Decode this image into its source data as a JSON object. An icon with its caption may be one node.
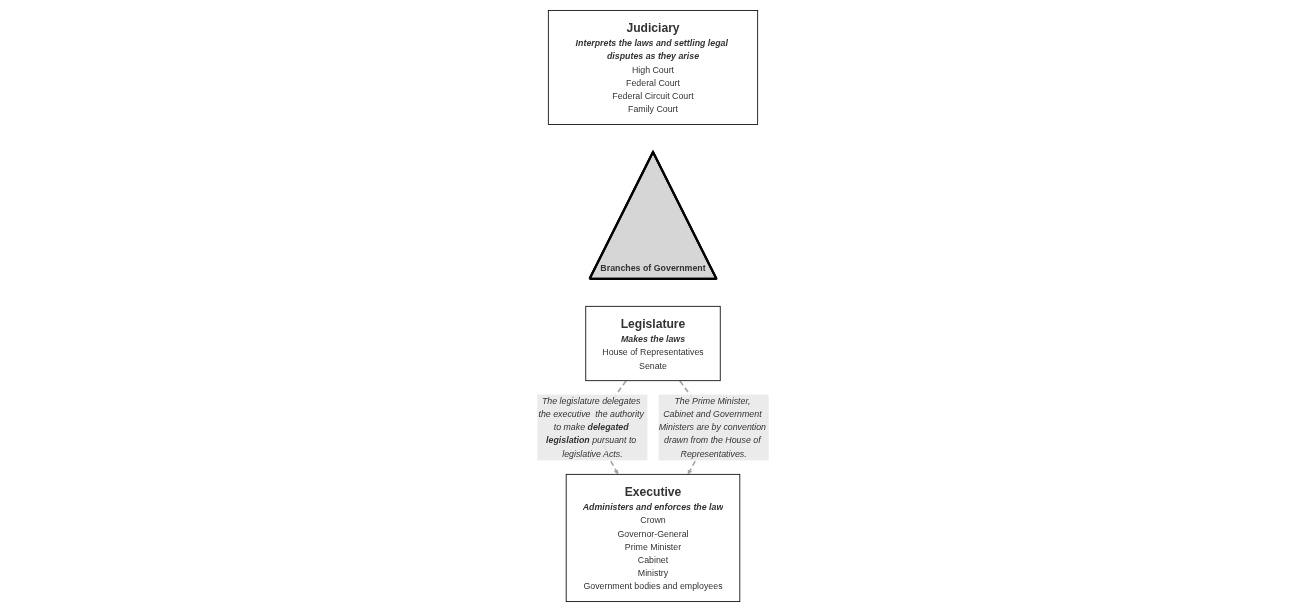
{
  "diagram": {
    "nodes": [
      {
        "text": [
          "Judiciary",
          "Interprets the laws and settling legal disputes as they arise",
          "High Court",
          "Federal Court",
          "Federal Circuit Court",
          "Family Court"
        ]
      },
      {
        "text": [
          "Legislature",
          "Makes the laws",
          "House of Representatives",
          "Senate"
        ]
      },
      {
        "text": [
          "Executive",
          "Administers and enforces the law",
          "Crown",
          "Governor-General",
          "Prime Minister",
          "Cabinet",
          "Ministry",
          "Government bodies and employees"
        ]
      },
      {
        "text": [
          "Branches of Government"
        ]
      }
    ],
    "edges": [
      {
        "from": 1,
        "to": 2,
        "arrow": "to",
        "style": "dashed",
        "label": "The legislature delegates the executive  the authority to make **delegated legislation** pursuant to legislative Acts."
      },
      {
        "from": 1,
        "to": 2,
        "arrow": "to",
        "style": "dashed",
        "label": "The Prime Minister, Cabinet and Government Ministers are by convention drawn from the House of Representatives."
      }
    ]
  }
}
